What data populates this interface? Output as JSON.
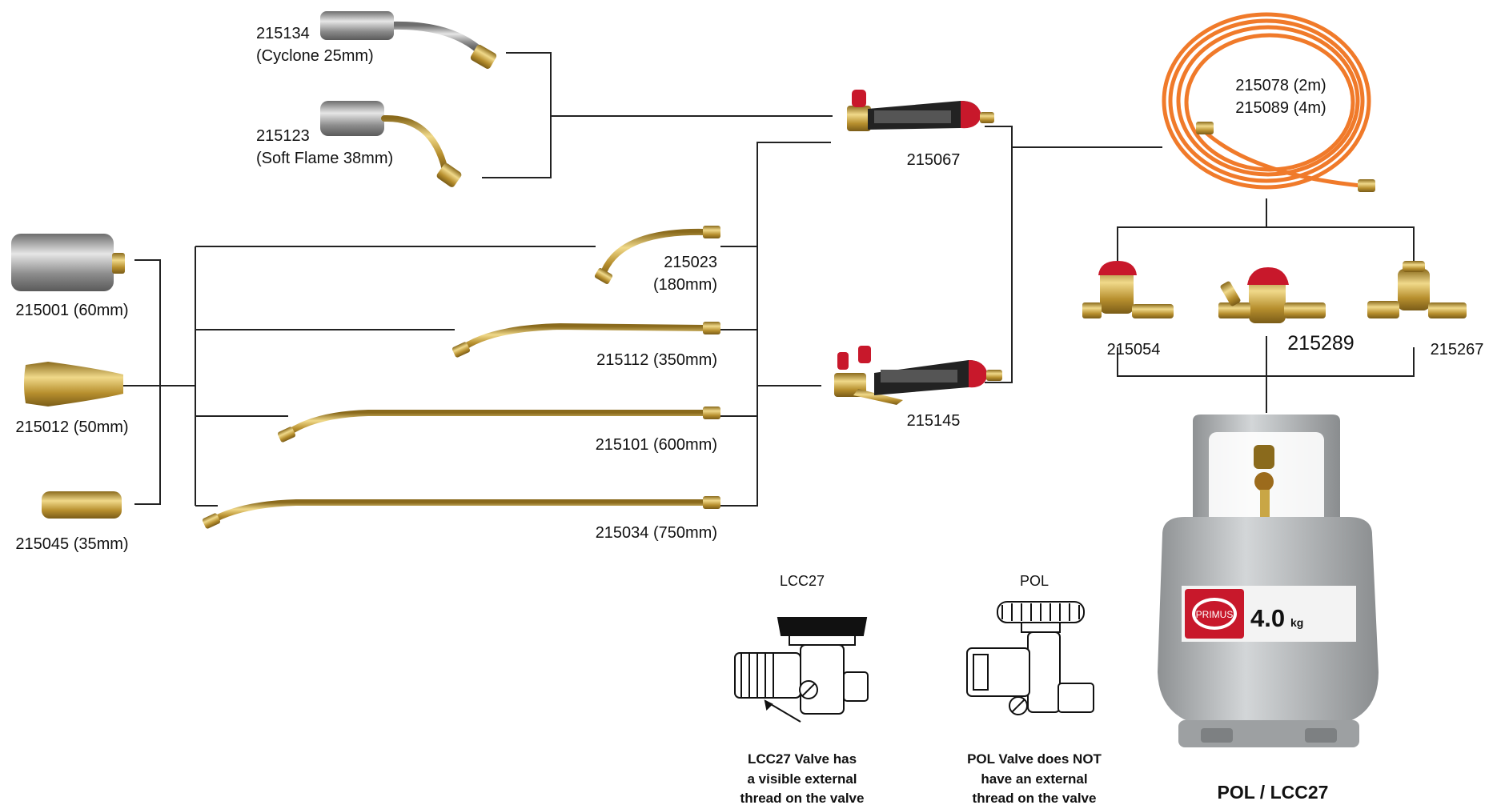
{
  "parts": {
    "cyclone": {
      "code": "215134",
      "desc": "(Cyclone 25mm)"
    },
    "softflame": {
      "code": "215123",
      "desc": "(Soft Flame 38mm)"
    },
    "handle1": {
      "label": "215067"
    },
    "handle2": {
      "label": "215145"
    },
    "hose": {
      "line1": "215078 (2m)",
      "line2": "215089 (4m)"
    },
    "burner60": {
      "label": "215001 (60mm)"
    },
    "burner50": {
      "label": "215012 (50mm)"
    },
    "burner35": {
      "label": "215045 (35mm)"
    },
    "neck180": {
      "code": "215023",
      "desc": "(180mm)"
    },
    "neck350": {
      "label": "215112 (350mm)"
    },
    "neck600": {
      "label": "215101 (600mm)"
    },
    "neck750": {
      "label": "215034 (750mm)"
    },
    "reg1": {
      "label": "215054"
    },
    "reg2": {
      "label": "215289"
    },
    "reg3": {
      "label": "215267"
    }
  },
  "valves": {
    "lcc27": {
      "title": "LCC27",
      "lines": [
        "LCC27 Valve has",
        "a visible external",
        "thread on the valve"
      ]
    },
    "pol": {
      "title": "POL",
      "lines": [
        "POL Valve does NOT",
        "have an external",
        "thread on the valve"
      ]
    }
  },
  "cylinder": {
    "brand": "PRIMUS",
    "weight": "4.0",
    "unit": "kg",
    "caption": "POL / LCC27"
  },
  "colors": {
    "brass": "#c9a645",
    "steel": "#9a9a9a",
    "hose": "#f07a2a",
    "valve_red": "#c8182b",
    "cylinder": "#b4b7b9"
  }
}
